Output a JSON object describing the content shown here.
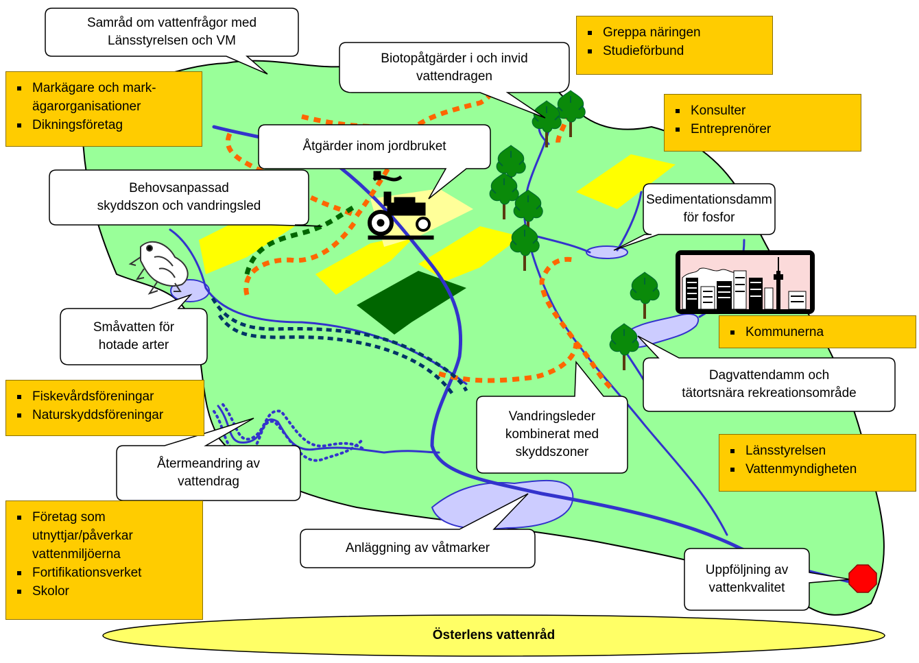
{
  "callouts": {
    "samrad": "Samråd om vattenfrågor med\nLänsstyrelsen och VM",
    "biotop": "Biotopåtgärder i och invid\nvattendragen",
    "atgarder": "Åtgärder inom jordbruket",
    "behov": "Behovsanpassad\nskyddszon och vandringsled",
    "sediment": "Sedimentationsdamm\nför fosfor",
    "smavatten": "Småvatten för\nhotade arter",
    "dagvatten": "Dagvattendamm och\ntätortsnära rekreationsområde",
    "vandring": "Vandringsleder\nkombinerat med\nskyddszoner",
    "atermeandring": "Återmeandring av\nvattendrag",
    "anlaggning": "Anläggning av våtmarker",
    "uppfoljning": "Uppföljning av\nvattenkvalitet"
  },
  "orgs": {
    "markagare": [
      "Markägare och mark-ägarorganisationer",
      "Dikningsföretag"
    ],
    "greppa": [
      "Greppa näringen",
      "Studieförbund"
    ],
    "konsulter": [
      "Konsulter",
      "Entreprenörer"
    ],
    "kommunerna": [
      "Kommunerna"
    ],
    "fiskevard": [
      "Fiskevårdsföreningar",
      "Naturskyddsföreningar"
    ],
    "lansstyrelsen": [
      "Länsstyrelsen",
      "Vattenmyndigheten"
    ],
    "foretag": [
      "Företag som utnyttjar/påverkar vattenmiljöerna",
      "Fortifikationsverket",
      "Skolor"
    ]
  },
  "footer": "Österlens vattenråd",
  "colors": {
    "land": "#99ff99",
    "river": "#3333cc",
    "lake": "#ccccff",
    "field_yellow": "#ffff00",
    "field_pale": "#ffff99",
    "field_green": "#006600",
    "org_box": "#ffcc00",
    "path_orange": "#ff6600",
    "path_green": "#006600",
    "path_navy": "#003366",
    "stop": "#ff0000",
    "footer_ellipse": "#ffff66"
  }
}
